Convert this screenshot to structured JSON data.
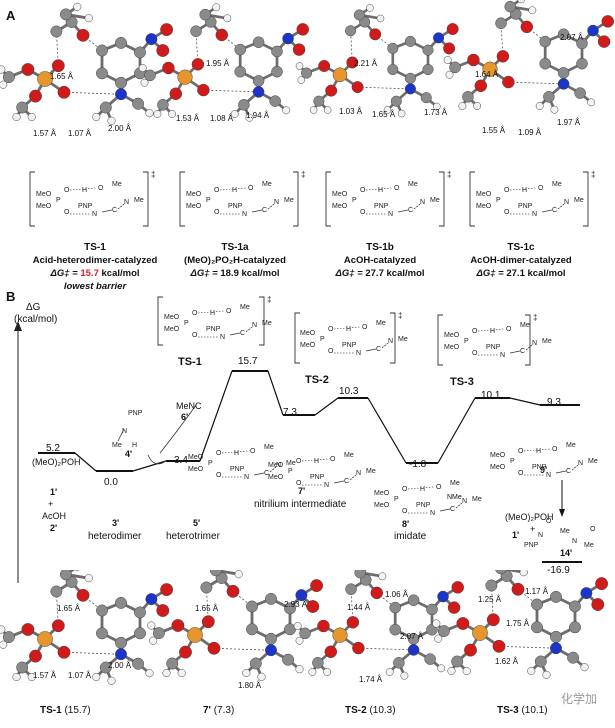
{
  "panel_a": {
    "letter": "A",
    "structures": [
      {
        "distances": [
          "1.65 Å",
          "1.57 Å",
          "1.07 Å",
          "2.00 Å"
        ]
      },
      {
        "distances": [
          "1.95 Å",
          "1.53 Å",
          "1.08 Å",
          "1.94 Å"
        ]
      },
      {
        "distances": [
          "2.21 Å",
          "1.03 Å",
          "1.65 Å",
          "1.73 Å"
        ]
      },
      {
        "distances": [
          "2.07 Å",
          "1.64 Å",
          "1.55 Å",
          "1.09 Å",
          "1.97 Å"
        ]
      }
    ],
    "ts": [
      {
        "name": "TS-1",
        "desc": "Acid-heterodimer-catalyzed",
        "dg_prefix": "ΔG‡ = ",
        "dg_value": "15.7",
        "dg_unit": " kcal/mol",
        "note": "lowest barrier",
        "highlight": true
      },
      {
        "name": "TS-1a",
        "desc": "(MeO)₂PO₂H-catalyzed",
        "dg_prefix": "ΔG‡ = ",
        "dg_value": "18.9",
        "dg_unit": " kcal/mol",
        "note": "",
        "highlight": false
      },
      {
        "name": "TS-1b",
        "desc": "AcOH-catalyzed",
        "dg_prefix": "ΔG‡ = ",
        "dg_value": "27.7",
        "dg_unit": " kcal/mol",
        "note": "",
        "highlight": false
      },
      {
        "name": "TS-1c",
        "desc": "AcOH-dimer-catalyzed",
        "dg_prefix": "ΔG‡ = ",
        "dg_value": "27.1",
        "dg_unit": " kcal/mol",
        "note": "",
        "highlight": false
      }
    ],
    "fragments": {
      "meo": "MeO",
      "me": "Me",
      "pnp": "PNP",
      "p": "P",
      "n": "N",
      "h": "H",
      "o": "O",
      "c": "C",
      "dagger": "‡"
    }
  },
  "panel_b": {
    "letter": "B",
    "axis_label": "ΔG",
    "axis_unit": "(kcal/mol)",
    "levels": [
      {
        "id": "1'",
        "value": "5.2"
      },
      {
        "id": "3'",
        "value": "0.0"
      },
      {
        "id": "5'",
        "value": "3.4"
      },
      {
        "id": "TS-1",
        "value": "15.7"
      },
      {
        "id": "7'",
        "value": "7.3"
      },
      {
        "id": "TS-2",
        "value": "10.3"
      },
      {
        "id": "8'",
        "value": "-1.8"
      },
      {
        "id": "TS-3",
        "value": "10.1"
      },
      {
        "id": "9'",
        "value": "9.3"
      },
      {
        "id": "14'",
        "value": "-16.9"
      }
    ],
    "labels": {
      "s1": "1'",
      "s2": "2'",
      "plus": "+",
      "meo2poh": "(MeO)₂POH",
      "acoh": "AcOH",
      "s3": "3'",
      "heterodimer": "heterodimer",
      "s4": "4'",
      "s5": "5'",
      "heterotrimer": "heterotrimer",
      "s6": "6'",
      "menc": "MeNC",
      "ts1": "TS-1",
      "s7": "7'",
      "nitrilium": "nitrilium intermediate",
      "ts2": "TS-2",
      "s8": "8'",
      "imidate": "imidate",
      "ts3": "TS-3",
      "s9": "9'",
      "s14": "14'",
      "nme": "NMe"
    },
    "bottom": [
      {
        "name": "TS-1",
        "value": " (15.7)",
        "distances": [
          "1.65 Å",
          "1.57 Å",
          "1.07 Å",
          "2.00 Å"
        ]
      },
      {
        "name": "7'",
        "value": " (7.3)",
        "distances": [
          "1.65 Å",
          "2.93 Å",
          "1.80 Å"
        ]
      },
      {
        "name": "TS-2",
        "value": " (10.3)",
        "distances": [
          "1.44 Å",
          "1.06 Å",
          "2.07 Å",
          "1.74 Å"
        ]
      },
      {
        "name": "TS-3",
        "value": " (10.1)",
        "distances": [
          "1.25 Å",
          "1.17 Å",
          "1.75 Å",
          "1.62 Å"
        ]
      }
    ],
    "watermark": "化学加"
  },
  "colors": {
    "oxygen": "#d11a1a",
    "nitrogen": "#1a35c8",
    "phosphorus": "#e7962e",
    "carbon": "#8a8a8a",
    "hydrogen": "#f2f2f2",
    "highlight": "#e01f1f"
  }
}
